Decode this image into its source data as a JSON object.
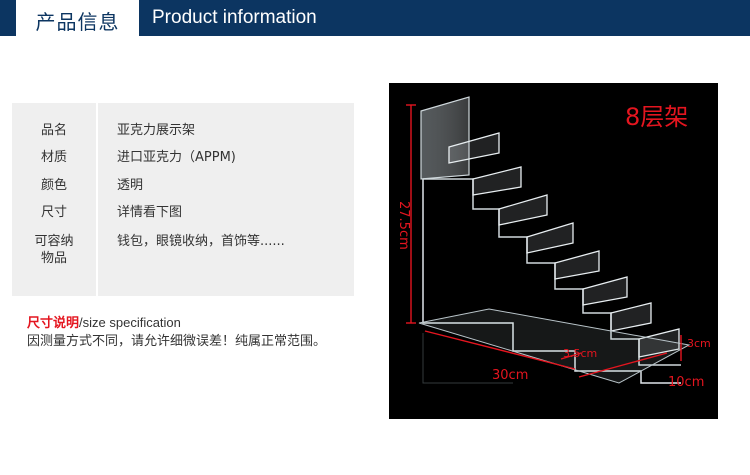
{
  "header": {
    "title_cn": "产品信息",
    "title_en": "Product information"
  },
  "specs": [
    {
      "key": "品名",
      "value": "亚克力展示架"
    },
    {
      "key": "材质",
      "value": "进口亚克力（APPM)"
    },
    {
      "key": "颜色",
      "value": "透明"
    },
    {
      "key": "尺寸",
      "value": "详情看下图"
    },
    {
      "key_line1": "可容纳",
      "key_line2": "物品",
      "value": "钱包，眼镜收纳，首饰等......"
    }
  ],
  "size_note": {
    "label_cn": "尺寸说明",
    "label_en": "/size specification",
    "disclaimer": "因测量方式不同，请允许细微误差！纯属正常范围。"
  },
  "product_image": {
    "tier_label": "8层架",
    "dim_height": "27.5cm",
    "dim_length": "30cm",
    "dim_depth": "10cm",
    "dim_step": "3.5cm",
    "dim_lip": "3cm"
  },
  "colors": {
    "header_bg": "#0c3561",
    "accent_red": "#e4151f",
    "table_bg": "#efefef"
  }
}
